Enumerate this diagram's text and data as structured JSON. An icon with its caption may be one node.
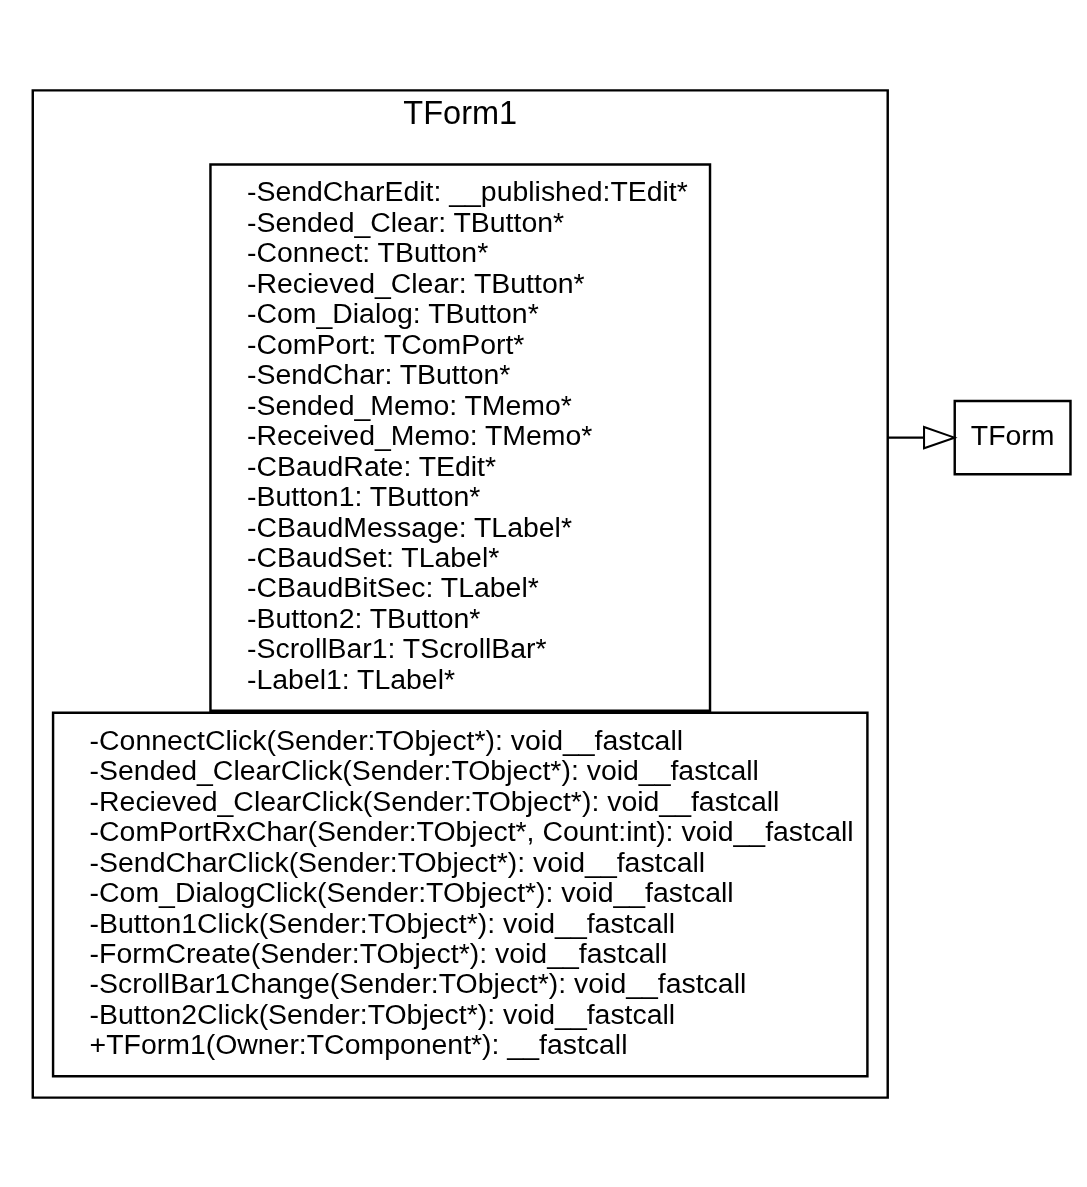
{
  "diagram": {
    "nodes": [
      {
        "text": [
          "TForm1"
        ]
      },
      {
        "text": [
          "-SendCharEdit: __published:TEdit*",
          "-Sended_Clear: TButton*",
          "-Connect: TButton*",
          "-Recieved_Clear: TButton*",
          "-Com_Dialog: TButton*",
          "-ComPort: TComPort*",
          "-SendChar: TButton*",
          "-Sended_Memo: TMemo*",
          "-Received_Memo: TMemo*",
          "-CBaudRate: TEdit*",
          "-Button1: TButton*",
          "-CBaudMessage: TLabel*",
          "-CBaudSet: TLabel*",
          "-CBaudBitSec: TLabel*",
          "-Button2: TButton*",
          "-ScrollBar1: TScrollBar*",
          "-Label1: TLabel*"
        ],
        "in": 0
      },
      {
        "text": [
          "-ConnectClick(Sender:TObject*): void__fastcall",
          "-Sended_ClearClick(Sender:TObject*): void__fastcall",
          "-Recieved_ClearClick(Sender:TObject*): void__fastcall",
          "-ComPortRxChar(Sender:TObject*, Count:int): void__fastcall",
          "-SendCharClick(Sender:TObject*): void__fastcall",
          "-Com_DialogClick(Sender:TObject*): void__fastcall",
          "-Button1Click(Sender:TObject*): void__fastcall",
          "-FormCreate(Sender:TObject*): void__fastcall",
          "-ScrollBar1Change(Sender:TObject*): void__fastcall",
          "-Button2Click(Sender:TObject*): void__fastcall",
          "+TForm1(Owner:TComponent*): __fastcall"
        ],
        "in": 0
      },
      {
        "text": [
          "TForm"
        ]
      }
    ],
    "edges": [
      {
        "from": 0,
        "to": 3,
        "arrow": "to"
      }
    ]
  }
}
